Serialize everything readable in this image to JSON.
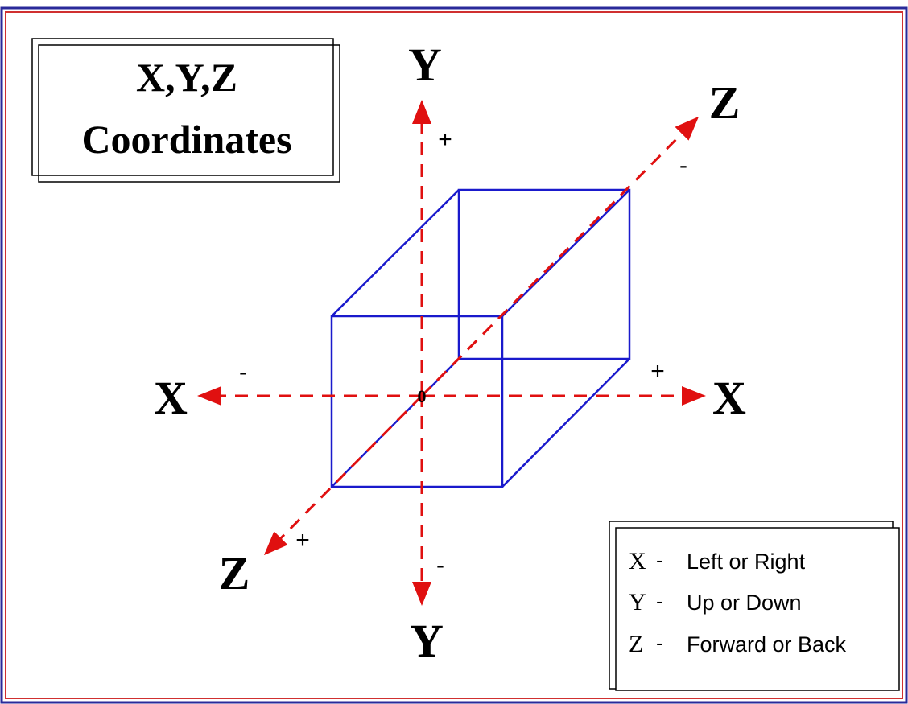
{
  "title": {
    "line1": "X,Y,Z",
    "line2": "Coordinates"
  },
  "axes": {
    "y_top": "Y",
    "y_bottom": "Y",
    "x_left": "X",
    "x_right": "X",
    "z_back": "Z",
    "z_front": "Z"
  },
  "signs": {
    "y_positive": "+",
    "y_negative": "-",
    "x_positive": "+",
    "x_negative": "-",
    "z_positive": "+",
    "z_negative": "-"
  },
  "origin": "0",
  "legend": {
    "items": [
      {
        "axis": "X",
        "sep": "-",
        "text": "Left or Right"
      },
      {
        "axis": "Y",
        "sep": "-",
        "text": "Up or Down"
      },
      {
        "axis": "Z",
        "sep": "-",
        "text": "Forward or Back"
      }
    ]
  },
  "colors": {
    "frame_outer": "#2a2a9a",
    "frame_inner": "#d03030",
    "axis": "#e01010",
    "cube": "#1a1acc",
    "text": "#000000"
  }
}
